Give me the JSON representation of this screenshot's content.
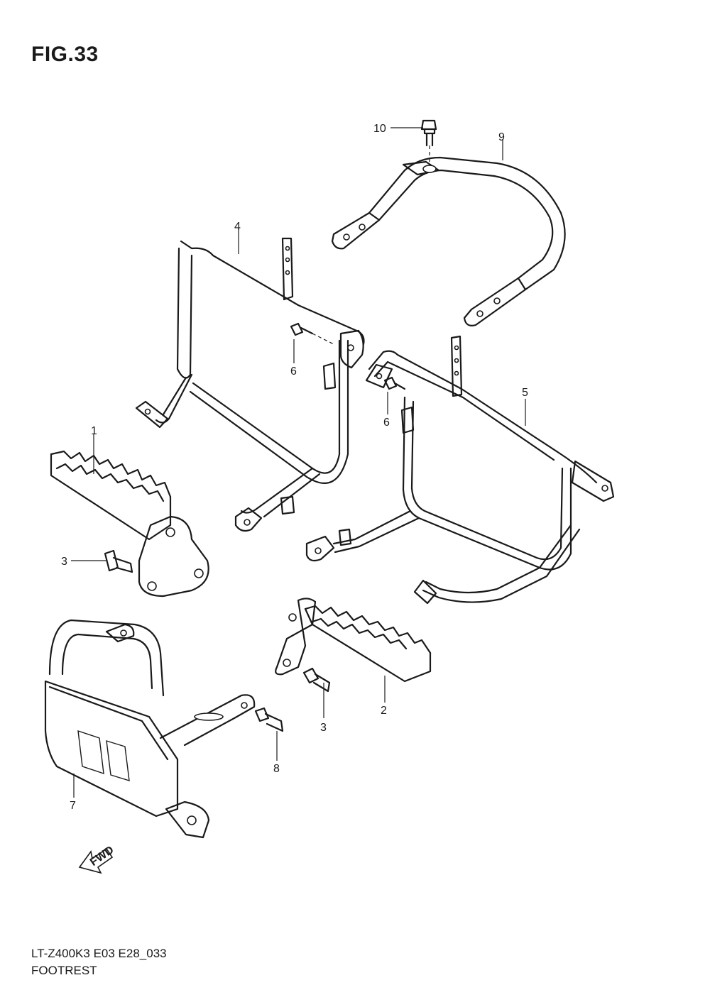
{
  "figure": {
    "title": "FIG.33"
  },
  "callouts": [
    {
      "id": "c1",
      "label": "1"
    },
    {
      "id": "c2",
      "label": "2"
    },
    {
      "id": "c3a",
      "label": "3"
    },
    {
      "id": "c3b",
      "label": "3"
    },
    {
      "id": "c4",
      "label": "4"
    },
    {
      "id": "c5",
      "label": "5"
    },
    {
      "id": "c6a",
      "label": "6"
    },
    {
      "id": "c6b",
      "label": "6"
    },
    {
      "id": "c7",
      "label": "7"
    },
    {
      "id": "c8",
      "label": "8"
    },
    {
      "id": "c9",
      "label": "9"
    },
    {
      "id": "c10",
      "label": "10"
    }
  ],
  "fwd_arrow": {
    "label": "FWD"
  },
  "footer": {
    "model_code": "LT-Z400K3 E03 E28_033",
    "section_name": "FOOTREST"
  }
}
